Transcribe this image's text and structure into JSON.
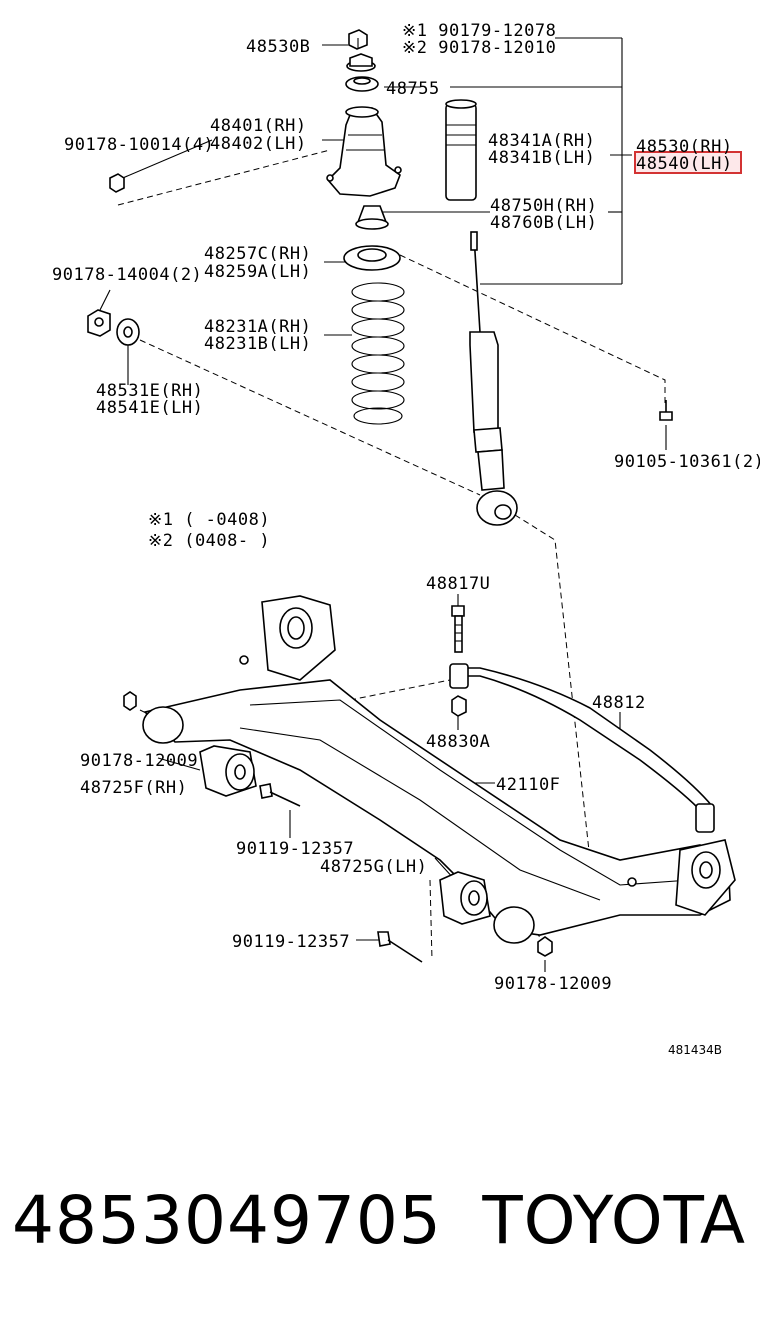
{
  "labels": {
    "l1": "※1 90179-12078",
    "l2": "※2 90178-12010",
    "l3": "48530B",
    "l4": "48755",
    "l5": "48401(RH)",
    "l6": "48402(LH)",
    "l7": "90178-10014(4)",
    "l8": "48341A(RH)",
    "l9": "48341B(LH)",
    "l10": "48530(RH)",
    "l11": "48540(LH)",
    "l12": "48750H(RH)",
    "l13": "48760B(LH)",
    "l14": "48257C(RH)",
    "l15": "48259A(LH)",
    "l16": "90178-14004(2)",
    "l17": "48231A(RH)",
    "l18": "48231B(LH)",
    "l19": "48531E(RH)",
    "l20": "48541E(LH)",
    "l21": "90105-10361(2)",
    "l22": "※1 (     -0408)",
    "l23": "※2 (0408-     )",
    "l24": "48817U",
    "l25": "48812",
    "l26": "90178-12009",
    "l27": "48830A",
    "l28": "48725F(RH)",
    "l29": "42110F",
    "l30": "90119-12357",
    "l31": "48725G(LH)",
    "l32": "90119-12357",
    "l33": "90178-12009"
  },
  "diagram_code": "481434B",
  "part_number": "4853049705",
  "brand": "TOYOTA",
  "highlight_color": "#d33333"
}
